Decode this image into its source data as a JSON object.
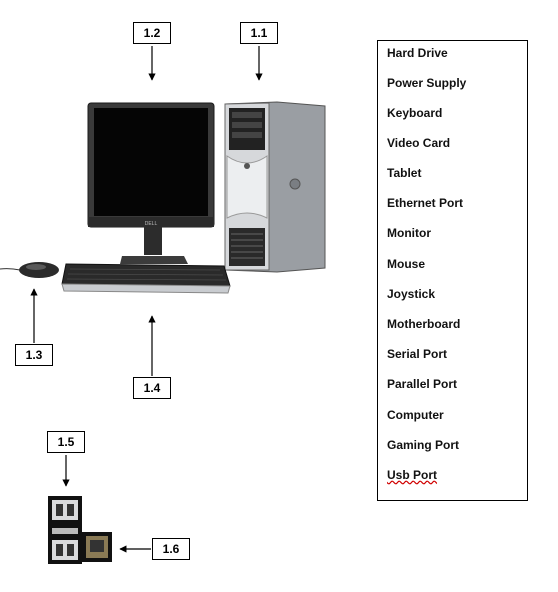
{
  "labels": {
    "l11": "1.1",
    "l12": "1.2",
    "l13": "1.3",
    "l14": "1.4",
    "l15": "1.5",
    "l16": "1.6"
  },
  "brand": "DELL",
  "components": [
    "Hard Drive",
    "Power Supply",
    "Keyboard",
    "Video Card",
    "Tablet",
    "Ethernet Port",
    "Monitor",
    "Mouse",
    "Joystick",
    "Motherboard",
    "Serial Port",
    "Parallel Port",
    "Computer",
    "Gaming Port",
    "Usb Port"
  ],
  "colors": {
    "screen": "#050505",
    "bezel": "#2b2b2b",
    "case_side": "#8f949a",
    "case_front": "#d8dadd",
    "keyboard": "#2a2a2a"
  }
}
